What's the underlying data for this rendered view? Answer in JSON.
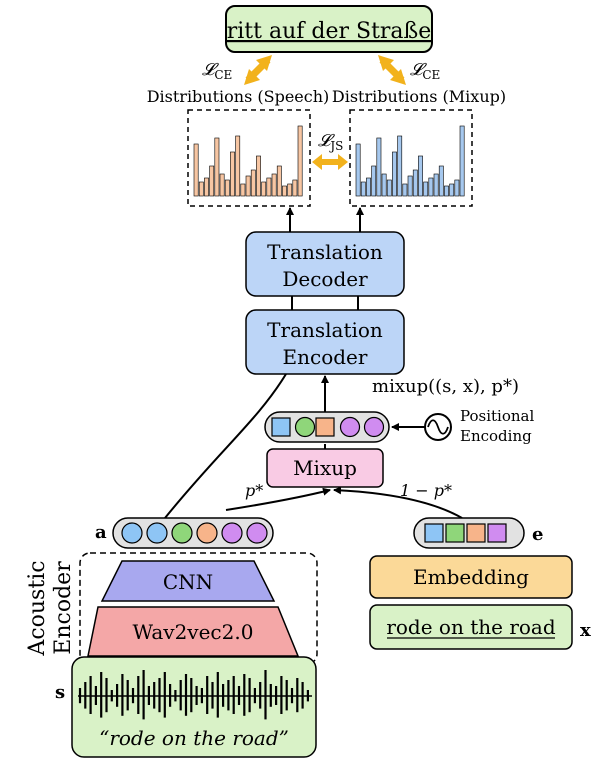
{
  "target_sentence": "ritt auf der Straße",
  "loss_ce_left": "𝓛",
  "loss_ce_right": "𝓛",
  "loss_ce_sub": "CE",
  "loss_js": "𝓛",
  "loss_js_sub": "JS",
  "dist_speech_label": "Distributions (Speech)",
  "dist_mixup_label": "Distributions (Mixup)",
  "decoder_line1": "Translation",
  "decoder_line2": "Decoder",
  "encoder_line1": "Translation",
  "encoder_line2": "Encoder",
  "mixup_formula": "mixup((s, x), p*)",
  "positional_line1": "Positional",
  "positional_line2": "Encoding",
  "mixup_box": "Mixup",
  "p_star": "p*",
  "one_minus_p_star": "1 − p*",
  "a_label": "a",
  "e_label": "e",
  "acoustic_line1": "Acoustic",
  "acoustic_line2": "Encoder",
  "cnn_label": "CNN",
  "wav2vec_label": "Wav2vec2.0",
  "embedding_label": "Embedding",
  "source_sentence": "rode on the road",
  "x_label": "x",
  "s_label": "s",
  "speech_caption": "“rode on the road”",
  "colors": {
    "green_box": "#d9f2c7",
    "blue_box": "#bcd5f7",
    "pink_box": "#f9cbe4",
    "purple_trap": "#a8a8ef",
    "red_trap": "#f4a7a7",
    "orange_box": "#fbd998",
    "orange_bar": "#f7c6a3",
    "blue_bar": "#a6c8ee",
    "arrow_gold": "#f2b21c",
    "token_blue": "#8ec5f5",
    "token_green": "#8fd67a",
    "token_orange": "#f7b48a",
    "token_purple": "#d08cf0"
  }
}
